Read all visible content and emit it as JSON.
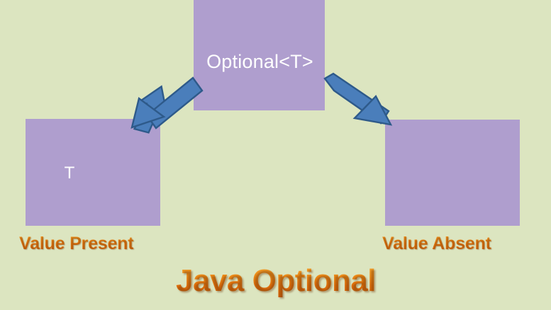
{
  "diagram": {
    "title": "Java Optional",
    "background_color": "#dce5c0",
    "node_color": "#af9ece",
    "arrow_color": "#4a7ebb",
    "arrow_border_color": "#2e5a8a",
    "accent_text_color": "#e2760f",
    "node_text_color": "#ffffff"
  },
  "nodes": {
    "root": {
      "label": "Optional<T>",
      "caption": ""
    },
    "left": {
      "label": "T",
      "caption": "Value Present"
    },
    "right": {
      "label": "",
      "caption": "Value Absent"
    }
  },
  "arrows": [
    {
      "name": "arrow-to-value-present",
      "direction": "down-left"
    },
    {
      "name": "arrow-to-value-absent",
      "direction": "down-right"
    }
  ]
}
